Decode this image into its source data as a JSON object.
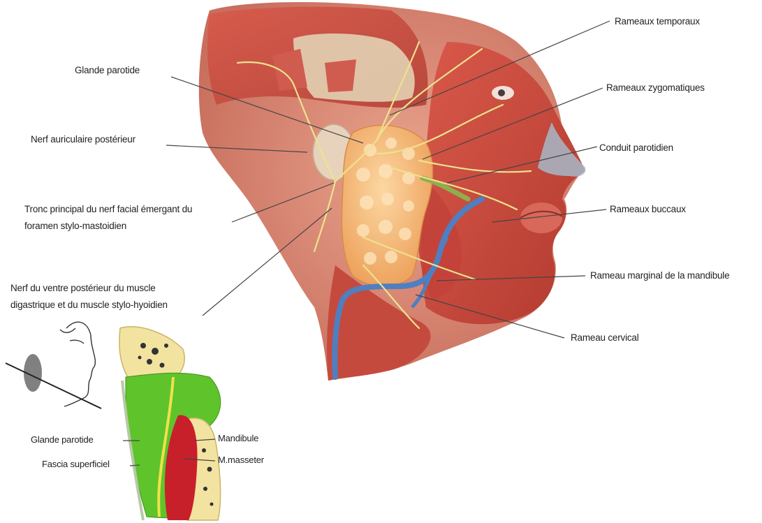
{
  "main_labels": {
    "rameaux_temporaux": "Rameaux temporaux",
    "glande_parotide": "Glande parotide",
    "rameaux_zygomatiques": "Rameaux zygomatiques",
    "nerf_auriculaire": "Nerf auriculaire postérieur",
    "conduit_parotidien": "Conduit parotidien",
    "tronc_principal_l1": "Tronc principal du nerf facial émergant du",
    "tronc_principal_l2": "foramen stylo-mastoidien",
    "rameaux_buccaux": "Rameaux buccaux",
    "nerf_ventre_l1": "Nerf du ventre postérieur du muscle",
    "nerf_ventre_l2": "digastrique et du muscle stylo-hyoidien",
    "rameau_marginal": "Rameau marginal de la mandibule",
    "rameau_cervical": "Rameau cervical"
  },
  "inset_labels": {
    "glande_parotide": "Glande parotide",
    "fascia": "Fascia superficiel",
    "mandibule": "Mandibule",
    "masseter": "M.masseter"
  },
  "colors": {
    "skin": "#d98c78",
    "muscle": "#c8473c",
    "parotid": "#f5b874",
    "nerve": "#e8df8c",
    "vein": "#4f7fc0",
    "duct": "#9fb860",
    "bone": "#f3e3a0",
    "gland_green": "#5fc42c",
    "masseter_red": "#c8202a"
  }
}
